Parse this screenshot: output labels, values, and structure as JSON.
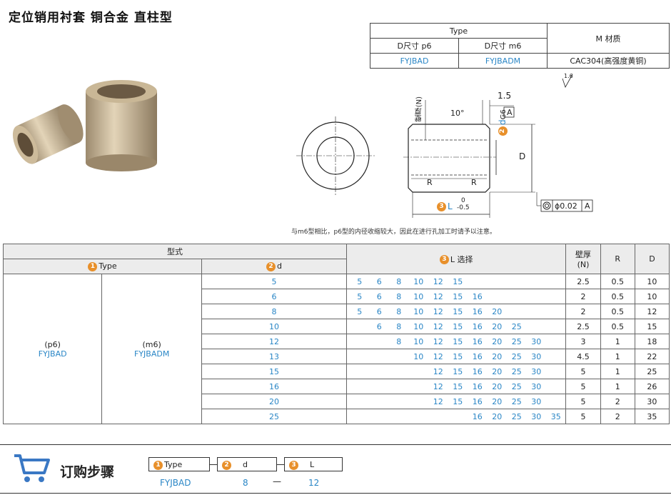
{
  "title": "定位销用衬套 铜合金 直柱型",
  "material_table": {
    "type_header": "Type",
    "d_p6_header": "D尺寸 p6",
    "d_m6_header": "D尺寸 m6",
    "material_header": "M 材质",
    "p6_code": "FYJBAD",
    "m6_code": "FYJBADM",
    "material_value": "CAC304(高强度黄铜)"
  },
  "drawing": {
    "surface_finish": "1.6",
    "wall_label": "壁厚(N)",
    "chamfer": "1.5",
    "angle": "10°",
    "datum": "A",
    "d_label": "d",
    "d_tol": "G6",
    "marker2": "2",
    "marker3": "3",
    "D_label": "D",
    "R_label": "R",
    "L_label": "L",
    "L_tol_upper": "0",
    "L_tol_lower": "-0.5",
    "concentricity": "ϕ0.02",
    "datum_ref": "A"
  },
  "note": "与m6型相比，p6型的内径收缩较大，因此在进行孔加工时请予以注意。",
  "spec_table": {
    "header_model": "型式",
    "header_type": "Type",
    "header_d": "d",
    "header_L": "L 选择",
    "header_wall": "壁厚",
    "header_wall_unit": "(N)",
    "header_R": "R",
    "header_D": "D",
    "p6_label": "(p6)",
    "p6_code": "FYJBAD",
    "m6_label": "(m6)",
    "m6_code": "FYJBADM",
    "L_columns": [
      "5",
      "6",
      "8",
      "10",
      "12",
      "15",
      "16",
      "20",
      "25",
      "30",
      "35"
    ],
    "rows": [
      {
        "d": "5",
        "L": [
          "5",
          "6",
          "8",
          "10",
          "12",
          "15",
          "",
          "",
          "",
          "",
          ""
        ],
        "N": "2.5",
        "R": "0.5",
        "D": "10"
      },
      {
        "d": "6",
        "L": [
          "5",
          "6",
          "8",
          "10",
          "12",
          "15",
          "16",
          "",
          "",
          "",
          ""
        ],
        "N": "2",
        "R": "0.5",
        "D": "10"
      },
      {
        "d": "8",
        "L": [
          "5",
          "6",
          "8",
          "10",
          "12",
          "15",
          "16",
          "20",
          "",
          "",
          ""
        ],
        "N": "2",
        "R": "0.5",
        "D": "12"
      },
      {
        "d": "10",
        "L": [
          "",
          "6",
          "8",
          "10",
          "12",
          "15",
          "16",
          "20",
          "25",
          "",
          ""
        ],
        "N": "2.5",
        "R": "0.5",
        "D": "15"
      },
      {
        "d": "12",
        "L": [
          "",
          "",
          "8",
          "10",
          "12",
          "15",
          "16",
          "20",
          "25",
          "30",
          ""
        ],
        "N": "3",
        "R": "1",
        "D": "18"
      },
      {
        "d": "13",
        "L": [
          "",
          "",
          "",
          "10",
          "12",
          "15",
          "16",
          "20",
          "25",
          "30",
          ""
        ],
        "N": "4.5",
        "R": "1",
        "D": "22"
      },
      {
        "d": "15",
        "L": [
          "",
          "",
          "",
          "",
          "12",
          "15",
          "16",
          "20",
          "25",
          "30",
          ""
        ],
        "N": "5",
        "R": "1",
        "D": "25"
      },
      {
        "d": "16",
        "L": [
          "",
          "",
          "",
          "",
          "12",
          "15",
          "16",
          "20",
          "25",
          "30",
          ""
        ],
        "N": "5",
        "R": "1",
        "D": "26"
      },
      {
        "d": "20",
        "L": [
          "",
          "",
          "",
          "",
          "12",
          "15",
          "16",
          "20",
          "25",
          "30",
          ""
        ],
        "N": "5",
        "R": "2",
        "D": "30"
      },
      {
        "d": "25",
        "L": [
          "",
          "",
          "",
          "",
          "",
          "",
          "16",
          "20",
          "25",
          "30",
          "35"
        ],
        "N": "5",
        "R": "2",
        "D": "35"
      }
    ]
  },
  "order": {
    "title": "订购步骤",
    "box1": "Type",
    "box2": "d",
    "box3": "L",
    "n1": "1",
    "n2": "2",
    "n3": "3",
    "example_type": "FYJBAD",
    "example_d": "8",
    "example_dash": "—",
    "example_L": "12"
  }
}
